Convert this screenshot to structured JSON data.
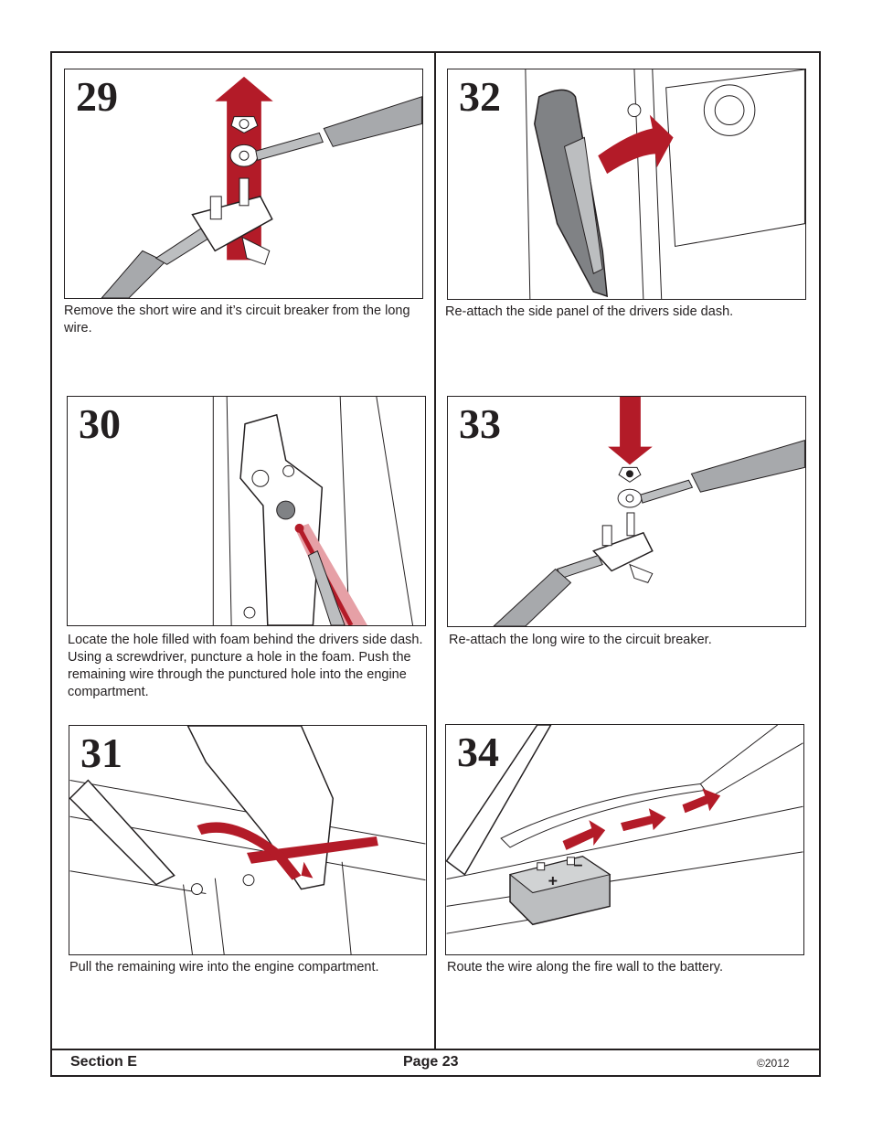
{
  "steps": [
    {
      "number": "29",
      "caption": "Remove the short wire and it’s circuit breaker from the long wire."
    },
    {
      "number": "30",
      "caption": "Locate the hole filled with foam behind the drivers side dash.  Using a screwdriver, puncture a hole in the foam. Push the remaining wire through the punctured hole into the engine compartment."
    },
    {
      "number": "31",
      "caption": "Pull the remaining wire into the engine compartment."
    },
    {
      "number": "32",
      "caption": "Re-attach the side panel of the drivers side dash."
    },
    {
      "number": "33",
      "caption": "Re-attach the long wire to the circuit breaker."
    },
    {
      "number": "34",
      "caption": "Route the wire along the fire wall to the battery."
    }
  ],
  "battery": {
    "plus": "+",
    "minus": "–"
  },
  "footer": {
    "section": "Section E",
    "page": "Page 23",
    "copyright": "©2012"
  },
  "colors": {
    "arrow_red": "#b31b28",
    "line": "#231f20",
    "fill_gray": "#bcbec0"
  }
}
